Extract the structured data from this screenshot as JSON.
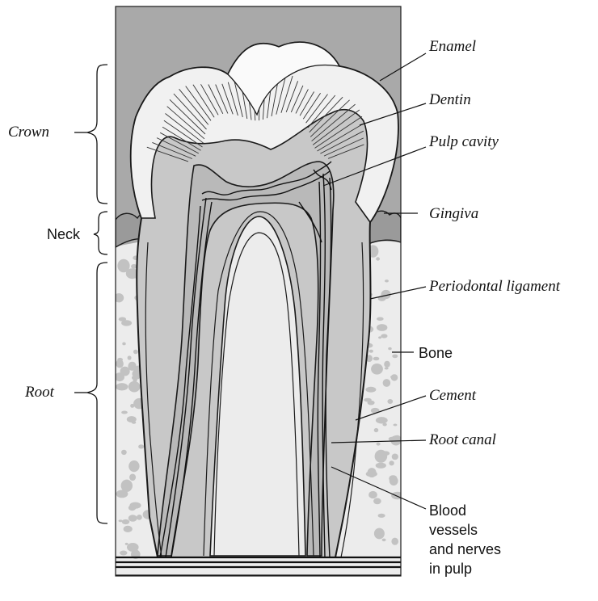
{
  "diagram": {
    "labels": {
      "crown": "Crown",
      "neck": "Neck",
      "root": "Root",
      "enamel": "Enamel",
      "dentin": "Dentin",
      "pulp_cavity": "Pulp cavity",
      "gingiva": "Gingiva",
      "periodontal_ligament": "Periodontal ligament",
      "bone": "Bone",
      "cement": "Cement",
      "root_canal": "Root canal",
      "blood_vessels": [
        "Blood",
        "vessels",
        "and nerves",
        "in pulp"
      ]
    },
    "colors": {
      "background_top": "#a9a9a9",
      "enamel": "#f2f2f2",
      "dentin": "#c9c9c9",
      "pulp": "#bdbdbd",
      "bone": "#ededed",
      "bone_speckle": "#c4c4c4",
      "gingiva": "#9a9a9a",
      "outline": "#1a1a1a"
    }
  }
}
